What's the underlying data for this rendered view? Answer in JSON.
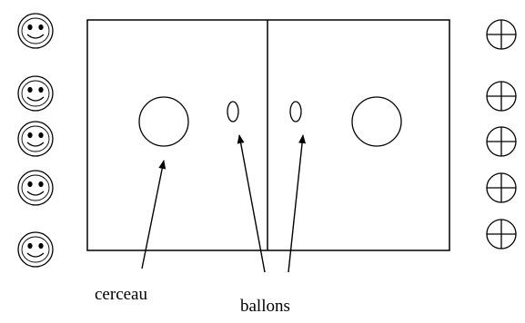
{
  "diagram": {
    "labels": {
      "hoop": "cerceau",
      "balls": "ballons"
    },
    "team_left": {
      "icon": "smiley-face-icon",
      "count": 5
    },
    "team_right": {
      "icon": "crosshair-circle-icon",
      "count": 5
    },
    "colors": {
      "stroke": "#000000",
      "background": "#ffffff"
    }
  }
}
